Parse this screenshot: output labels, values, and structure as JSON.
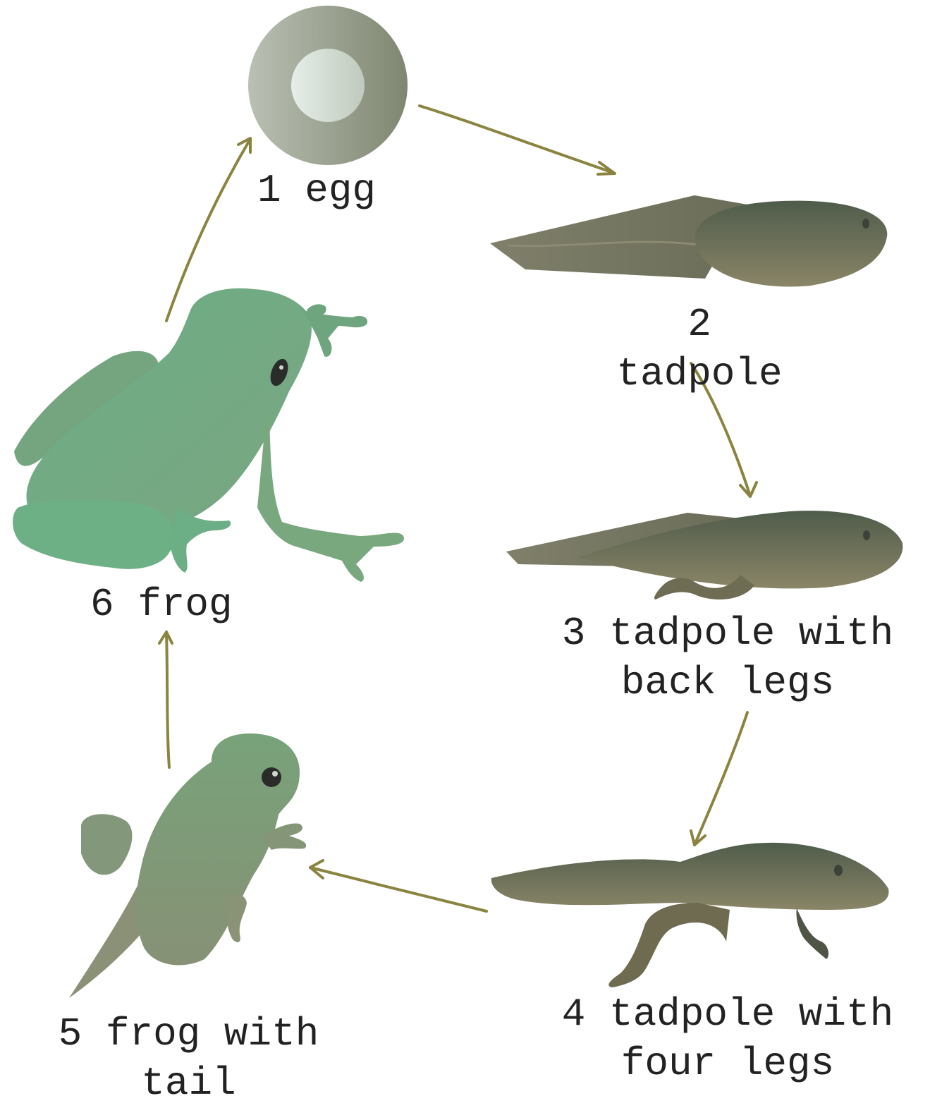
{
  "stages": [
    {
      "lines": [
        "1 egg"
      ]
    },
    {
      "lines": [
        "2",
        "tadpole"
      ]
    },
    {
      "lines": [
        "3 tadpole with",
        "back legs"
      ]
    },
    {
      "lines": [
        "4 tadpole with",
        "four legs"
      ]
    },
    {
      "lines": [
        "5 frog with",
        "tail"
      ]
    },
    {
      "lines": [
        "6 frog"
      ]
    }
  ],
  "colors": {
    "arrow": "#8a8440",
    "egg_outer": "#8f9782",
    "tadpole": "#6d7056",
    "froglet": "#7c9a77",
    "frog": "#6eaa84"
  }
}
